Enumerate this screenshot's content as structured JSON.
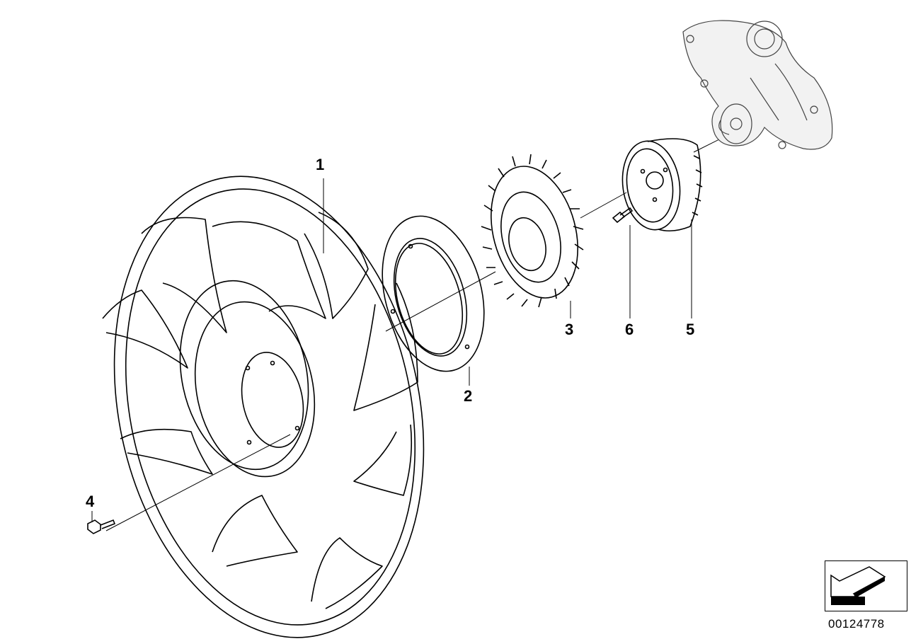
{
  "diagram": {
    "callouts": [
      {
        "id": "1",
        "part": "fan"
      },
      {
        "id": "2",
        "part": "ring"
      },
      {
        "id": "3",
        "part": "viscous-clutch"
      },
      {
        "id": "4",
        "part": "bolt"
      },
      {
        "id": "5",
        "part": "pulley"
      },
      {
        "id": "6",
        "part": "bolt"
      }
    ],
    "document_id": "00124778",
    "nav_icon": "back-arrow-icon"
  }
}
